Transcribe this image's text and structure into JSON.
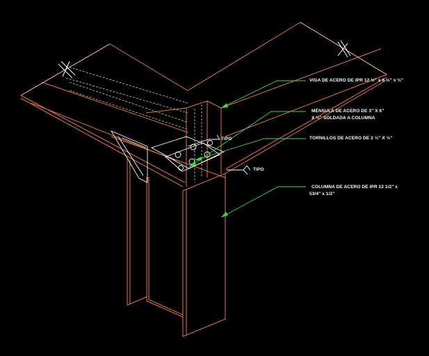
{
  "colors": {
    "background": "#000000",
    "steel": "#e8743a",
    "steel_dim": "#b9592a",
    "hidden": "#cfcfcf",
    "leader": "#3cdc3c",
    "text": "#ffffff"
  },
  "labels": {
    "beam": "VIGA DE ACERO DE IPR 12 ½\" x 6 ½\" x ½\"",
    "bracket_line1": "MÉNSULA DE ACERO DE 3\" X 6\"",
    "bracket_line2": "X ½\" SOLDADA A COLUMNA",
    "bolts": "TORNILLOS DE ACERO DE 2 ½\" X ½\"",
    "column_line1": "COLUMNA DE ACERO DE IPR 12 1/2\" x",
    "column_line2": "53/4\" x 1/2\"",
    "tipo_1": "TIPO",
    "tipo_2": "TIPO"
  }
}
